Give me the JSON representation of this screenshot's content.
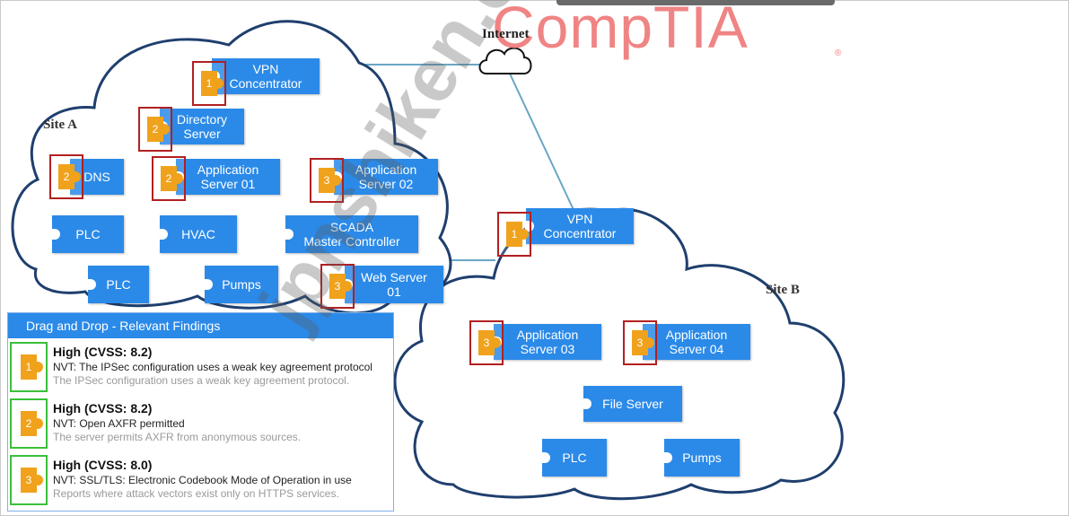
{
  "internet_label": "Internet",
  "sites": [
    {
      "id": "site-a",
      "label": "Site A"
    },
    {
      "id": "site-b",
      "label": "Site B"
    }
  ],
  "nodes": [
    {
      "id": "vpn-a",
      "label": "VPN\nConcentrator",
      "site": "A"
    },
    {
      "id": "directory-server",
      "label": "Directory\nServer",
      "site": "A"
    },
    {
      "id": "dns",
      "label": "DNS",
      "site": "A"
    },
    {
      "id": "app-server-01",
      "label": "Application\nServer 01",
      "site": "A"
    },
    {
      "id": "app-server-02",
      "label": "Application\nServer 02",
      "site": "A"
    },
    {
      "id": "plc-a1",
      "label": "PLC",
      "site": "A"
    },
    {
      "id": "hvac",
      "label": "HVAC",
      "site": "A"
    },
    {
      "id": "scada",
      "label": "SCADA\nMaster Controller",
      "site": "A"
    },
    {
      "id": "plc-a2",
      "label": "PLC",
      "site": "A"
    },
    {
      "id": "pumps-a",
      "label": "Pumps",
      "site": "A"
    },
    {
      "id": "web-server-01",
      "label": "Web Server\n01",
      "site": "A"
    },
    {
      "id": "vpn-b",
      "label": "VPN\nConcentrator",
      "site": "B"
    },
    {
      "id": "app-server-03",
      "label": "Application\nServer 03",
      "site": "B"
    },
    {
      "id": "app-server-04",
      "label": "Application\nServer 04",
      "site": "B"
    },
    {
      "id": "file-server",
      "label": "File Server",
      "site": "B"
    },
    {
      "id": "plc-b",
      "label": "PLC",
      "site": "B"
    },
    {
      "id": "pumps-b",
      "label": "Pumps",
      "site": "B"
    }
  ],
  "placed_findings": [
    {
      "node": "vpn-a",
      "finding": "1"
    },
    {
      "node": "directory-server",
      "finding": "2"
    },
    {
      "node": "dns",
      "finding": "2"
    },
    {
      "node": "app-server-01",
      "finding": "2"
    },
    {
      "node": "app-server-02",
      "finding": "3"
    },
    {
      "node": "web-server-01",
      "finding": "3"
    },
    {
      "node": "vpn-b",
      "finding": "1"
    },
    {
      "node": "app-server-03",
      "finding": "3"
    },
    {
      "node": "app-server-04",
      "finding": "3"
    }
  ],
  "findings_panel": {
    "title": "Drag and Drop - Relevant Findings",
    "items": [
      {
        "number": "1",
        "severity": "High (CVSS: 8.2)",
        "nvt": "NVT: The IPSec configuration uses a weak key agreement protocol",
        "description": "The IPSec configuration uses a weak key agreement protocol."
      },
      {
        "number": "2",
        "severity": "High (CVSS: 8.2)",
        "nvt": "NVT: Open AXFR permitted",
        "description": "The server permits AXFR from anonymous sources."
      },
      {
        "number": "3",
        "severity": "High (CVSS: 8.0)",
        "nvt": "NVT: SSL/TLS: Electronic Codebook Mode of Operation in use",
        "description": "Reports where attack vectors exist only on HTTPS services."
      }
    ]
  },
  "logo_text": "CompTIA",
  "logo_mark": "®",
  "watermark_text": "jpnshiken.com",
  "colors": {
    "node": "#2b8ae8",
    "cloud_stroke": "#1f3f6e",
    "placed_marker": "#b22020",
    "panel_marker": "#3bbf3b",
    "puzzle": "#f0a21c",
    "link": "#6aa6c4"
  }
}
